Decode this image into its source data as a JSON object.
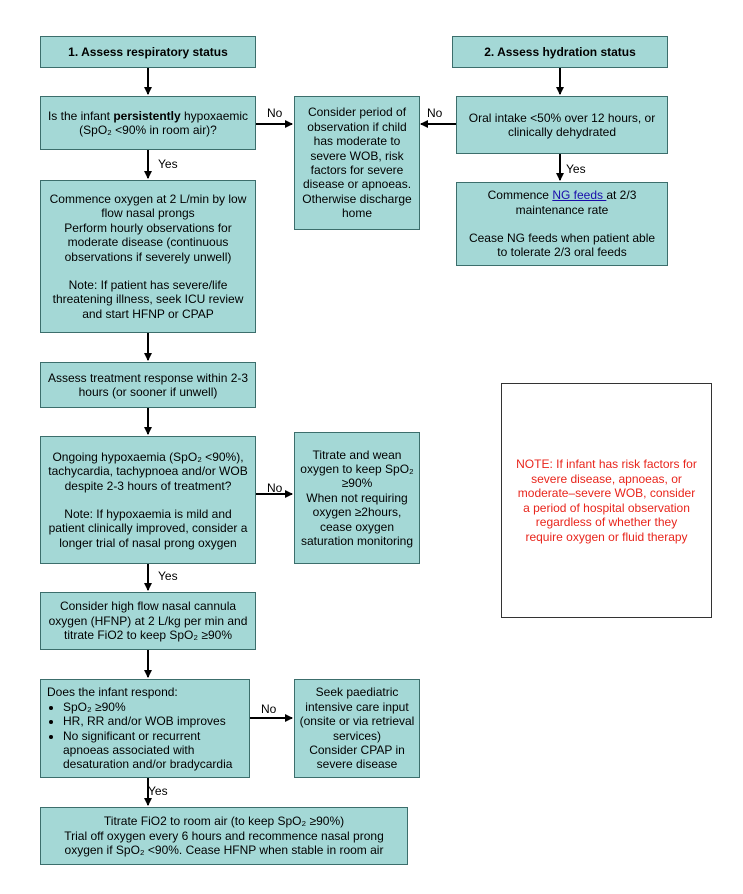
{
  "step1": {
    "header": "1. Assess respiratory status"
  },
  "step2": {
    "header": "2. Assess hydration status"
  },
  "q_hypoxaemic": {
    "pre": "Is the infant ",
    "bold": "persistently",
    "post": " hypoxaemic",
    "line2": "(SpO₂ <90% in room air)?"
  },
  "observation": "Consider period of observation if child has moderate to severe WOB, risk factors for severe disease or apnoeas. Otherwise discharge home",
  "oral_intake": "Oral intake <50% over 12 hours, or clinically dehydrated",
  "ng": {
    "pre": "Commence ",
    "link": "NG feeds ",
    "post": "at 2/3 maintenance rate",
    "line2": "Cease NG feeds when patient able to tolerate 2/3 oral feeds"
  },
  "commence_o2": {
    "p1": "Commence oxygen at 2 L/min by low flow nasal prongs",
    "p2": "Perform hourly observations for moderate disease (continuous observations if severely unwell)",
    "p3": "Note: If patient has severe/life threatening illness, seek ICU review and start HFNP or CPAP"
  },
  "assess_response": "Assess treatment response within 2-3 hours (or sooner if unwell)",
  "ongoing": {
    "p1": "Ongoing hypoxaemia (SpO₂ <90%), tachycardia, tachypnoea and/or WOB despite 2-3 hours of treatment?",
    "p2": "Note: If hypoxaemia is mild and patient clinically improved, consider a longer trial of nasal prong oxygen"
  },
  "titrate_wean": {
    "p1": "Titrate and wean oxygen to keep SpO₂ ≥90%",
    "p2": "When not requiring oxygen ≥2hours, cease oxygen saturation monitoring"
  },
  "hfnp": "Consider high flow nasal cannula oxygen (HFNP) at 2 L/kg per min and titrate FiO2 to keep SpO₂ ≥90%",
  "respond": {
    "title": "Does the infant respond:",
    "items": [
      "SpO₂ ≥90%",
      "HR, RR and/or WOB improves",
      "No significant or recurrent apnoeas associated with desaturation and/or bradycardia"
    ]
  },
  "picu": {
    "p1": "Seek paediatric intensive care input (onsite or via retrieval services)",
    "p2": "Consider CPAP in severe disease"
  },
  "final": {
    "p1": "Titrate FiO2 to room air (to keep SpO₂ ≥90%)",
    "p2": "Trial off oxygen every 6 hours and recommence nasal prong oxygen if SpO₂ <90%. Cease HFNP when stable in room air"
  },
  "labels": {
    "yes": "Yes",
    "no": "No"
  },
  "note": "NOTE: If infant has risk factors for severe disease, apnoeas, or moderate–severe WOB, consider a period of hospital observation regardless of whether they require  oxygen or fluid therapy",
  "colors": {
    "box_fill": "#a4d8d6",
    "box_border": "#3c6e6c",
    "note_text": "#e8251c",
    "link": "#1a0dab"
  }
}
